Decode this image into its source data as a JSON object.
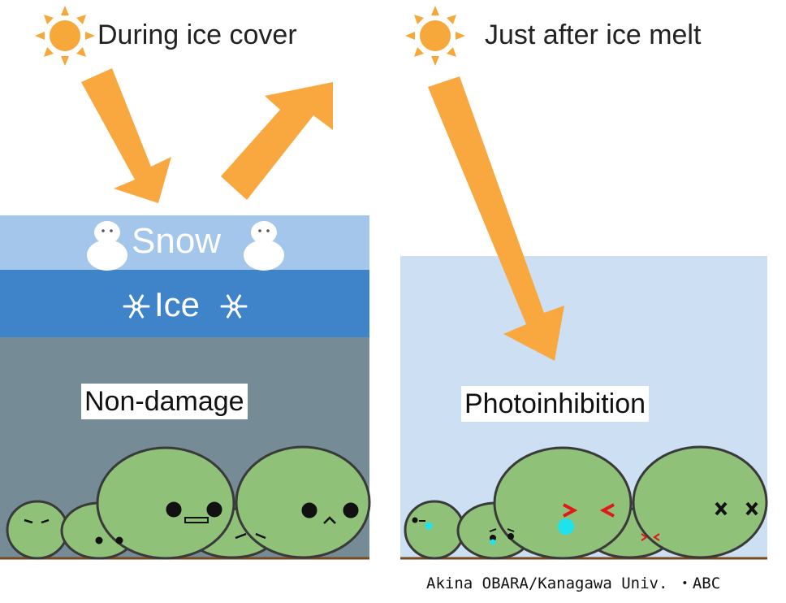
{
  "left_panel": {
    "heading": "During ice cover",
    "snow_label": "Snow",
    "ice_label": "Ice",
    "status_label": "Non-damage"
  },
  "right_panel": {
    "heading": "Just after ice melt",
    "status_label": "Photoinhibition"
  },
  "credit": "Akina OBARA/Kanagawa Univ. ・ABC",
  "colors": {
    "sun": "#f7a83a",
    "arrow": "#f9a840",
    "snow_layer": "#a3c6ea",
    "ice_layer": "#3f84c8",
    "water_under_ice": "#758c97",
    "water_open": "#ccdff3",
    "algae_ball": "#8fc179",
    "algae_outline": "#3a3a3a",
    "lake_bed": "#7a4a1e",
    "stress_mark": "#e01818",
    "tear": "#1ee3ef"
  },
  "icons": [
    "sun-icon",
    "snowman-icon",
    "snowflake-icon"
  ]
}
